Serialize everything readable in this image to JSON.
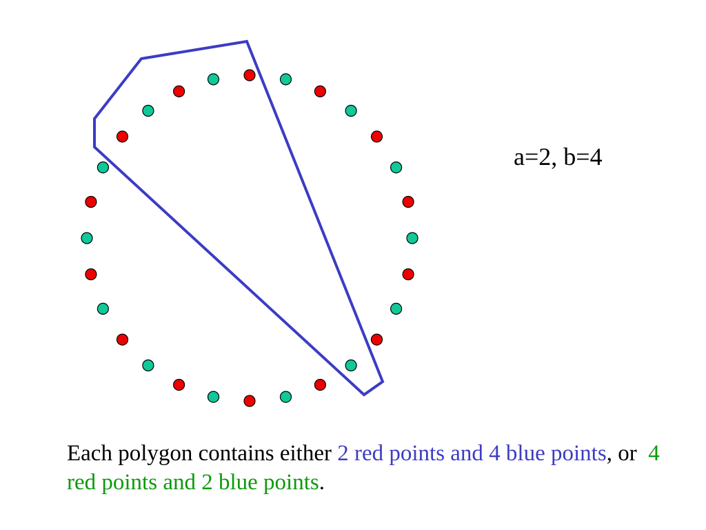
{
  "colors": {
    "red_point": "#ee0000",
    "blue_point": "#10c898",
    "polygon_stroke": "#3c3cc4",
    "blue_text": "#3c3cc4",
    "green_text": "#0c9a0c",
    "text": "#000000"
  },
  "params_label": "a=2, b=4",
  "caption": {
    "part1": "Each polygon contains either ",
    "highlight1": "2 red points and 4 blue points",
    "part2": ", or  ",
    "highlight2": "4 red points and 2 blue points",
    "part3": "."
  },
  "points": [
    {
      "color": "red"
    },
    {
      "color": "blue"
    },
    {
      "color": "red"
    },
    {
      "color": "blue"
    },
    {
      "color": "red"
    },
    {
      "color": "blue"
    },
    {
      "color": "red"
    },
    {
      "color": "blue"
    },
    {
      "color": "red"
    },
    {
      "color": "blue"
    },
    {
      "color": "red"
    },
    {
      "color": "blue"
    },
    {
      "color": "red"
    },
    {
      "color": "blue"
    },
    {
      "color": "red"
    },
    {
      "color": "blue"
    },
    {
      "color": "red"
    },
    {
      "color": "blue"
    },
    {
      "color": "red"
    },
    {
      "color": "blue"
    },
    {
      "color": "red"
    },
    {
      "color": "blue"
    },
    {
      "color": "red"
    },
    {
      "color": "blue"
    },
    {
      "color": "red"
    },
    {
      "color": "blue"
    },
    {
      "color": "red"
    },
    {
      "color": "blue"
    }
  ]
}
